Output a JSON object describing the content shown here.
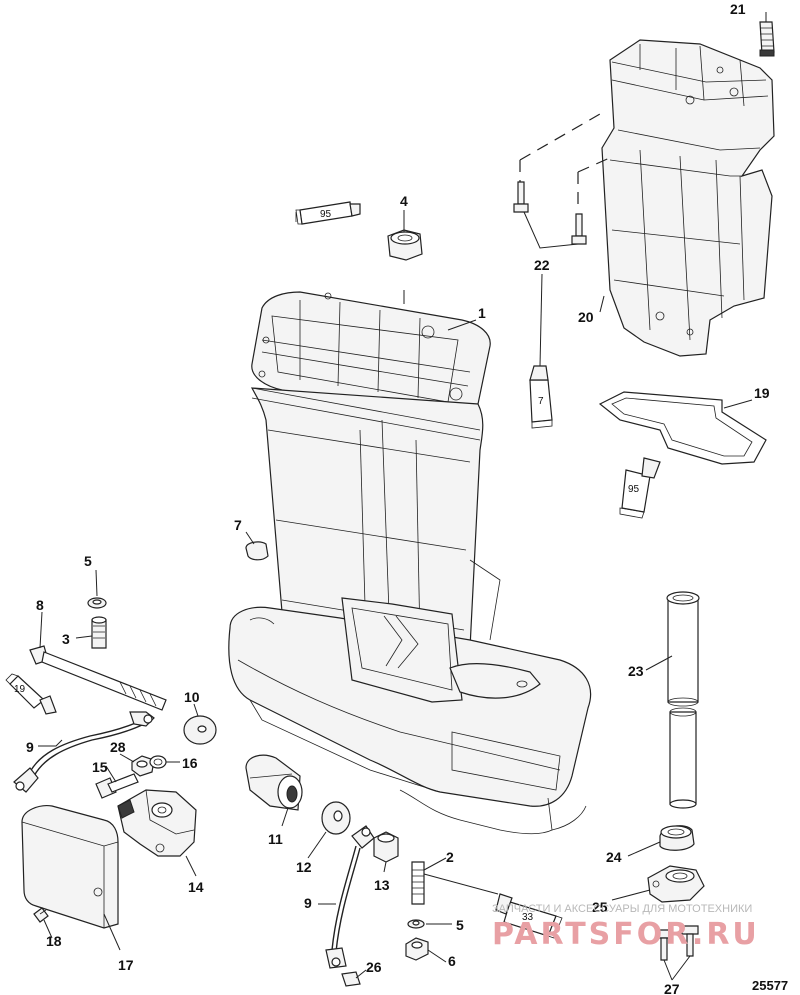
{
  "callouts": {
    "c1": "1",
    "c2": "2",
    "c3": "3",
    "c4": "4",
    "c5a": "5",
    "c5b": "5",
    "c6": "6",
    "c7a": "7",
    "c8": "8",
    "c9a": "9",
    "c9b": "9",
    "c10": "10",
    "c11": "11",
    "c12": "12",
    "c13": "13",
    "c14": "14",
    "c15": "15",
    "c16": "16",
    "c17": "17",
    "c18": "18",
    "c19": "19",
    "c20": "20",
    "c21": "21",
    "c22": "22",
    "c23": "23",
    "c24": "24",
    "c25": "25",
    "c26": "26",
    "c27": "27",
    "c28": "28"
  },
  "tubes": {
    "t95a": "95",
    "t7": "7",
    "t95b": "95",
    "t19": "19",
    "t33": "33"
  },
  "watermark": {
    "top": "ЗАПЧАСТИ И АКСЕССУАРЫ ДЛЯ МОТОТЕХНИКИ",
    "brand": "PARTSFOR.RU"
  },
  "reference_number": "25577"
}
